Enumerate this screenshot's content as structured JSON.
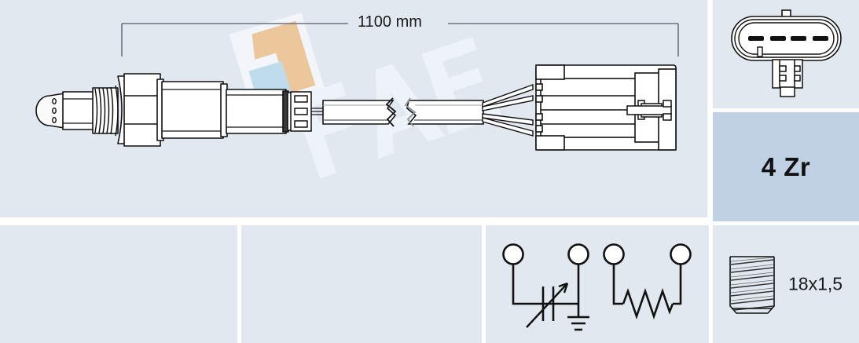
{
  "figure": {
    "title": "Lambda oxygen sensor technical drawing",
    "background_color": "#e2e8f0",
    "accent_panel_color": "#c0d1e3",
    "line_color": "#1a1a1a"
  },
  "dimension": {
    "length_label": "1100 mm"
  },
  "watermark": {
    "brand": "FAE",
    "logo_orange": "#edc79c",
    "logo_blue": "#bfdced"
  },
  "panels": {
    "main_drawing": "sensor-assembly-drawing",
    "connector_face": "connector-face-view",
    "sensor_type": "sensor-type-panel",
    "thread": "thread-spec-panel",
    "blank_1": "empty-panel-left",
    "blank_2": "empty-panel-middle",
    "circuit": "wiring-schematic-panel"
  },
  "sensor_type": {
    "label": "4 Zr",
    "wires": "4",
    "element": "Zr"
  },
  "thread": {
    "label": "18x1,5"
  },
  "connector": {
    "pin_count": "4",
    "pins": [
      "pin-1",
      "pin-2",
      "pin-3",
      "pin-4"
    ]
  },
  "circuit": {
    "terminals": [
      "terminal-1",
      "terminal-2",
      "terminal-3",
      "terminal-4"
    ],
    "symbols": [
      "variable-sensing-element",
      "ground",
      "heater-resistor"
    ]
  }
}
